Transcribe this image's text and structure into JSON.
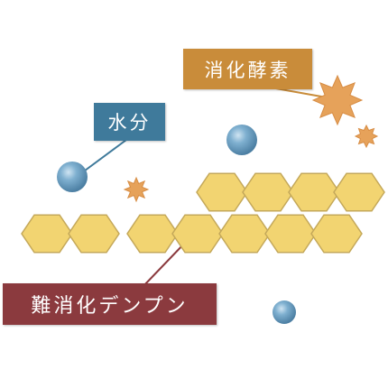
{
  "labels": {
    "enzyme": "消化酵素",
    "water": "水分",
    "resistant_starch": "難消化デンプン"
  },
  "colors": {
    "hexagon_fill": "#f2d471",
    "hexagon_stroke": "#c4a85a",
    "water_drop": "#6b9ec0",
    "enzyme_star": "#e6a25a",
    "enzyme_label_bg": "#c98c3a",
    "water_label_bg": "#3f7a9b",
    "starch_label_bg": "#8b3a3e"
  }
}
